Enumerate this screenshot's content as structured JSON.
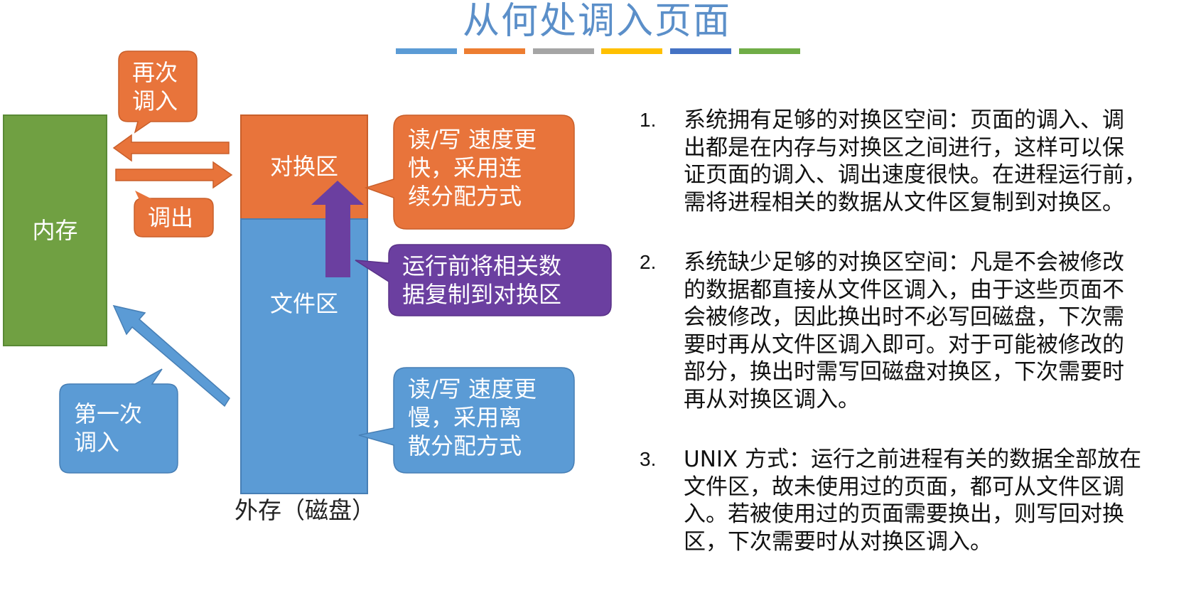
{
  "title": "从何处调入页面",
  "colors": {
    "bar_colors": [
      "#5b9bd5",
      "#ed7d31",
      "#a5a5a5",
      "#ffc000",
      "#4472c4",
      "#70ad47"
    ],
    "memory": "#70a042",
    "swap": "#e8743b",
    "file": "#5b9bd5",
    "purple": "#6b3fa0"
  },
  "diagram": {
    "memory_label": "内存",
    "swap_label": "对换区",
    "file_label": "文件区",
    "disk_caption": "外存（磁盘）",
    "callout_reload": "再次\n调入",
    "callout_out": "调出",
    "callout_first": "第一次\n调入",
    "callout_swap_speed": "读/写 速度更\n快，采用连\n续分配方式",
    "callout_file_speed": "读/写 速度更\n慢，采用离\n散分配方式",
    "callout_copy": "运行前将相关数\n据复制到对换区"
  },
  "points": [
    {
      "num": "1.",
      "text": "系统拥有足够的对换区空间：页面的调入、调\n出都是在内存与对换区之间进行，这样可以保\n证页面的调入、调出速度很快。在进程运行前，\n需将进程相关的数据从文件区复制到对换区。"
    },
    {
      "num": "2.",
      "text": "系统缺少足够的对换区空间：凡是不会被修改\n的数据都直接从文件区调入，由于这些页面不\n会被修改，因此换出时不必写回磁盘，下次需\n要时再从文件区调入即可。对于可能被修改的\n部分，换出时需写回磁盘对换区，下次需要时\n再从对换区调入。"
    },
    {
      "num": "3.",
      "text": "UNIX 方式：运行之前进程有关的数据全部放在\n文件区，故未使用过的页面，都可从文件区调\n入。若被使用过的页面需要换出，则写回对换\n区，下次需要时从对换区调入。"
    }
  ]
}
